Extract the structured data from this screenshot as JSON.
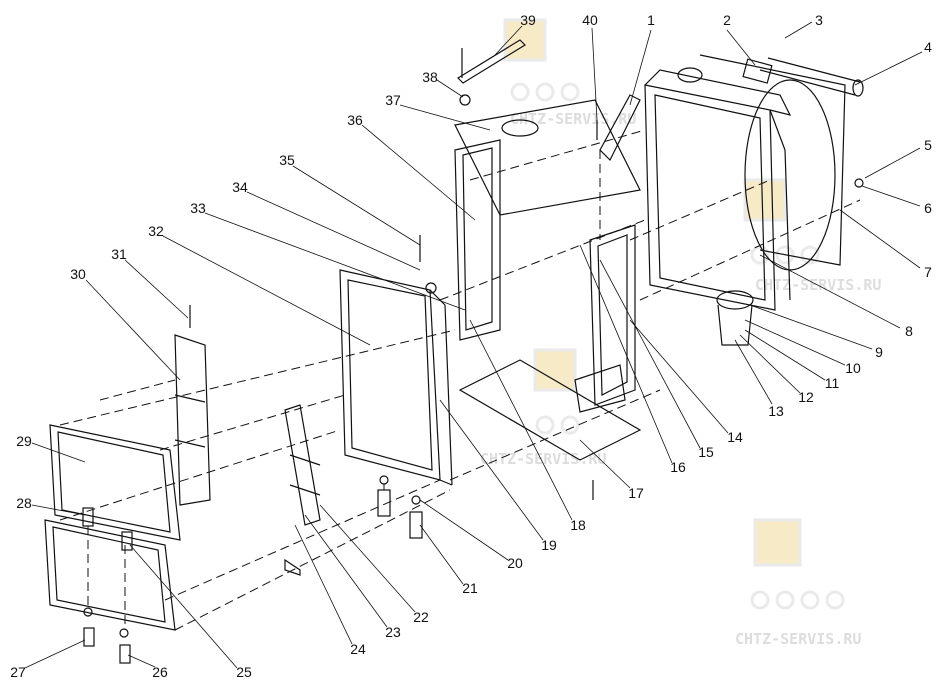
{
  "diagram": {
    "title": "Radiator assembly exploded view",
    "watermark": "CHTZ-SERVIS.RU",
    "callouts": [
      "1",
      "2",
      "3",
      "4",
      "5",
      "6",
      "7",
      "8",
      "9",
      "10",
      "11",
      "12",
      "13",
      "14",
      "15",
      "16",
      "17",
      "18",
      "19",
      "20",
      "21",
      "22",
      "23",
      "24",
      "25",
      "26",
      "27",
      "28",
      "29",
      "30",
      "31",
      "32",
      "33",
      "34",
      "35",
      "36",
      "37",
      "38",
      "39",
      "40"
    ],
    "colors": {
      "line": "#111111",
      "watermark": "#dddddd",
      "logo": "#f3dfa8"
    }
  }
}
